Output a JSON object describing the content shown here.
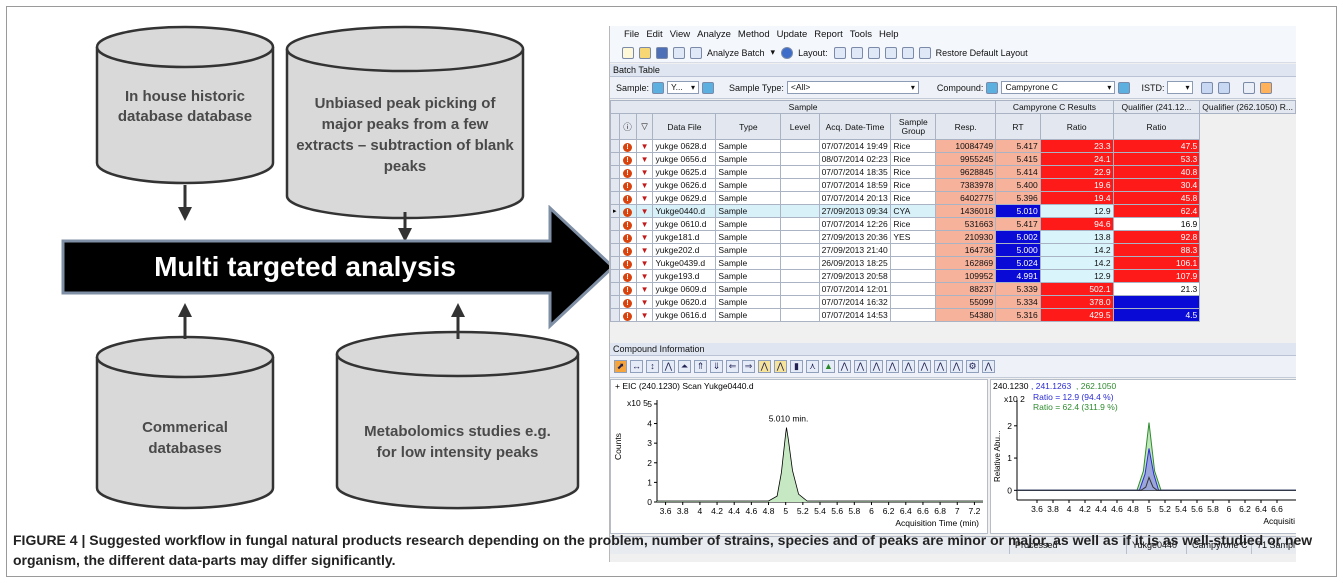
{
  "diagram": {
    "cylinders": [
      {
        "text": "In house historic database database"
      },
      {
        "text": "Unbiased peak picking of major peaks from a few extracts – subtraction of blank peaks"
      },
      {
        "text": "Commerical databases"
      },
      {
        "text": "Metabolomics studies e.g. for low intensity peaks"
      }
    ],
    "banner": "Multi targeted analysis"
  },
  "software": {
    "menu": [
      "File",
      "Edit",
      "View",
      "Analyze",
      "Method",
      "Update",
      "Report",
      "Tools",
      "Help"
    ],
    "toolbar": {
      "analyze_batch": "Analyze Batch",
      "layout": "Layout:",
      "restore": "Restore Default Layout"
    },
    "batch_table_title": "Batch Table",
    "filter": {
      "sample_label": "Sample:",
      "sample_value": "Y...",
      "sample_type_label": "Sample Type:",
      "sample_type_value": "<All>",
      "compound_label": "Compound:",
      "compound_value": "Campyrone C",
      "istd_label": "ISTD:"
    },
    "group_headers": {
      "sample": "Sample",
      "results": "Campyrone C Results",
      "q1": "Qualifier (241.12...",
      "q2": "Qualifier (262.1050) R..."
    },
    "columns": [
      "Data File",
      "Type",
      "Level",
      "Acq. Date-Time",
      "Sample Group",
      "Resp.",
      "RT",
      "Ratio",
      "Ratio"
    ],
    "rows": [
      {
        "file": "yukge 0628.d",
        "type": "Sample",
        "level": "",
        "date": "07/07/2014 19:49",
        "group": "Rice",
        "resp": "10084749",
        "rt": "5.417",
        "r1": "23.3",
        "r2": "47.5"
      },
      {
        "file": "yukge 0656.d",
        "type": "Sample",
        "level": "",
        "date": "08/07/2014 02:23",
        "group": "Rice",
        "resp": "9955245",
        "rt": "5.415",
        "r1": "24.1",
        "r2": "53.3"
      },
      {
        "file": "yukge 0625.d",
        "type": "Sample",
        "level": "",
        "date": "07/07/2014 18:35",
        "group": "Rice",
        "resp": "9628845",
        "rt": "5.414",
        "r1": "22.9",
        "r2": "40.8"
      },
      {
        "file": "yukge 0626.d",
        "type": "Sample",
        "level": "",
        "date": "07/07/2014 18:59",
        "group": "Rice",
        "resp": "7383978",
        "rt": "5.400",
        "r1": "19.6",
        "r2": "30.4"
      },
      {
        "file": "yukge 0629.d",
        "type": "Sample",
        "level": "",
        "date": "07/07/2014 20:13",
        "group": "Rice",
        "resp": "6402775",
        "rt": "5.396",
        "r1": "19.4",
        "r2": "45.8"
      },
      {
        "file": "Yukge0440.d",
        "type": "Sample",
        "level": "",
        "date": "27/09/2013 09:34",
        "group": "CYA",
        "resp": "1436018",
        "rt": "5.010",
        "r1": "12.9",
        "r2": "62.4"
      },
      {
        "file": "yukge 0610.d",
        "type": "Sample",
        "level": "",
        "date": "07/07/2014 12:26",
        "group": "Rice",
        "resp": "531663",
        "rt": "5.417",
        "r1": "94.6",
        "r2": "16.9"
      },
      {
        "file": "yukge181.d",
        "type": "Sample",
        "level": "",
        "date": "27/09/2013 20:36",
        "group": "YES",
        "resp": "210930",
        "rt": "5.002",
        "r1": "13.8",
        "r2": "92.8"
      },
      {
        "file": "yukge202.d",
        "type": "Sample",
        "level": "",
        "date": "27/09/2013 21:40",
        "group": "",
        "resp": "164736",
        "rt": "5.000",
        "r1": "14.2",
        "r2": "88.3"
      },
      {
        "file": "Yukge0439.d",
        "type": "Sample",
        "level": "",
        "date": "26/09/2013 18:25",
        "group": "",
        "resp": "162869",
        "rt": "5.024",
        "r1": "14.2",
        "r2": "106.1"
      },
      {
        "file": "yukge193.d",
        "type": "Sample",
        "level": "",
        "date": "27/09/2013 20:58",
        "group": "",
        "resp": "109952",
        "rt": "4.991",
        "r1": "12.9",
        "r2": "107.9"
      },
      {
        "file": "yukge 0609.d",
        "type": "Sample",
        "level": "",
        "date": "07/07/2014 12:01",
        "group": "",
        "resp": "88237",
        "rt": "5.339",
        "r1": "502.1",
        "r2": "21.3"
      },
      {
        "file": "yukge 0620.d",
        "type": "Sample",
        "level": "",
        "date": "07/07/2014 16:32",
        "group": "",
        "resp": "55099",
        "rt": "5.334",
        "r1": "378.0",
        "r2": ""
      },
      {
        "file": "yukge 0616.d",
        "type": "Sample",
        "level": "",
        "date": "07/07/2014 14:53",
        "group": "",
        "resp": "54380",
        "rt": "5.316",
        "r1": "429.5",
        "r2": "4.5"
      }
    ],
    "compound_info_title": "Compound Information",
    "eic": {
      "title": "+ EIC (240.1230) Scan Yukge0440.d",
      "ylabel": "Counts",
      "scale": "x10 5",
      "peak_label": "5.010 min.",
      "xlabel": "Acquisition Time (min)"
    },
    "qual": {
      "title_a": "240.1230",
      "title_b": ", 241.1263",
      "title_c": ", 262.1050",
      "ylabel": "Relative Abu...",
      "scale": "x10 2",
      "ratio1": "Ratio = 12.9 (94.4 %)",
      "ratio2": "Ratio = 62.4 (311.9 %)",
      "xlabel": "Acquisiti"
    },
    "status": [
      "Processed",
      "Yukge0440",
      "Campyrone C",
      "71 Sampl"
    ]
  },
  "caption": "FIGURE 4 | Suggested workflow in fungal natural products research depending on the problem, number of strains, species and of peaks are minor or major, as well as if it is as well-studied or new organism, the different data-parts may differ significantly.",
  "chart_data": [
    {
      "type": "line",
      "title": "+ EIC (240.1230) Scan Yukge0440.d",
      "xlabel": "Acquisition Time (min)",
      "ylabel": "Counts",
      "x_ticks": [
        "3.6",
        "3.8",
        "4",
        "4.2",
        "4.4",
        "4.6",
        "4.8",
        "5",
        "5.2",
        "5.4",
        "5.6",
        "5.8",
        "6",
        "6.2",
        "6.4",
        "6.6",
        "6.8",
        "7",
        "7.2"
      ],
      "y_ticks": [
        "0",
        "1",
        "2",
        "3",
        "4",
        "5"
      ],
      "xlim": [
        3.5,
        7.3
      ],
      "ylim": [
        0,
        5.2
      ],
      "series": [
        {
          "x": [
            3.5,
            4.8,
            4.9,
            4.95,
            5.0,
            5.01,
            5.03,
            5.08,
            5.15,
            5.25,
            7.3
          ],
          "y": [
            0.05,
            0.05,
            0.3,
            1.5,
            3.5,
            3.8,
            3.2,
            1.6,
            0.4,
            0.05,
            0.05
          ]
        }
      ]
    },
    {
      "type": "line",
      "title": "240.1230 , 241.1263 , 262.1050",
      "ylabel": "Relative Abu...",
      "x_ticks": [
        "3.6",
        "3.8",
        "4",
        "4.2",
        "4.4",
        "4.6",
        "4.8",
        "5",
        "5.2",
        "5.4",
        "5.6",
        "5.8",
        "6",
        "6.2",
        "6.4",
        "6.6"
      ],
      "y_ticks": [
        "0",
        "1",
        "2"
      ],
      "xlim": [
        3.35,
        6.85
      ],
      "ylim": [
        -0.3,
        2.8
      ],
      "series": [
        {
          "x": [
            3.35,
            4.85,
            4.93,
            5.0,
            5.07,
            5.15,
            6.85
          ],
          "y": [
            0,
            0,
            0.6,
            2.1,
            0.6,
            0,
            0
          ]
        },
        {
          "x": [
            3.35,
            4.88,
            4.95,
            5.0,
            5.06,
            5.12,
            6.85
          ],
          "y": [
            0,
            0,
            0.5,
            1.3,
            0.5,
            0,
            0
          ]
        },
        {
          "x": [
            3.35,
            4.9,
            4.96,
            5.0,
            5.05,
            5.1,
            6.85
          ],
          "y": [
            0,
            0,
            0.1,
            0.4,
            0.1,
            0,
            0
          ]
        }
      ],
      "colors": [
        "#2e8b2e",
        "#2b2bd6",
        "#333333"
      ]
    }
  ]
}
